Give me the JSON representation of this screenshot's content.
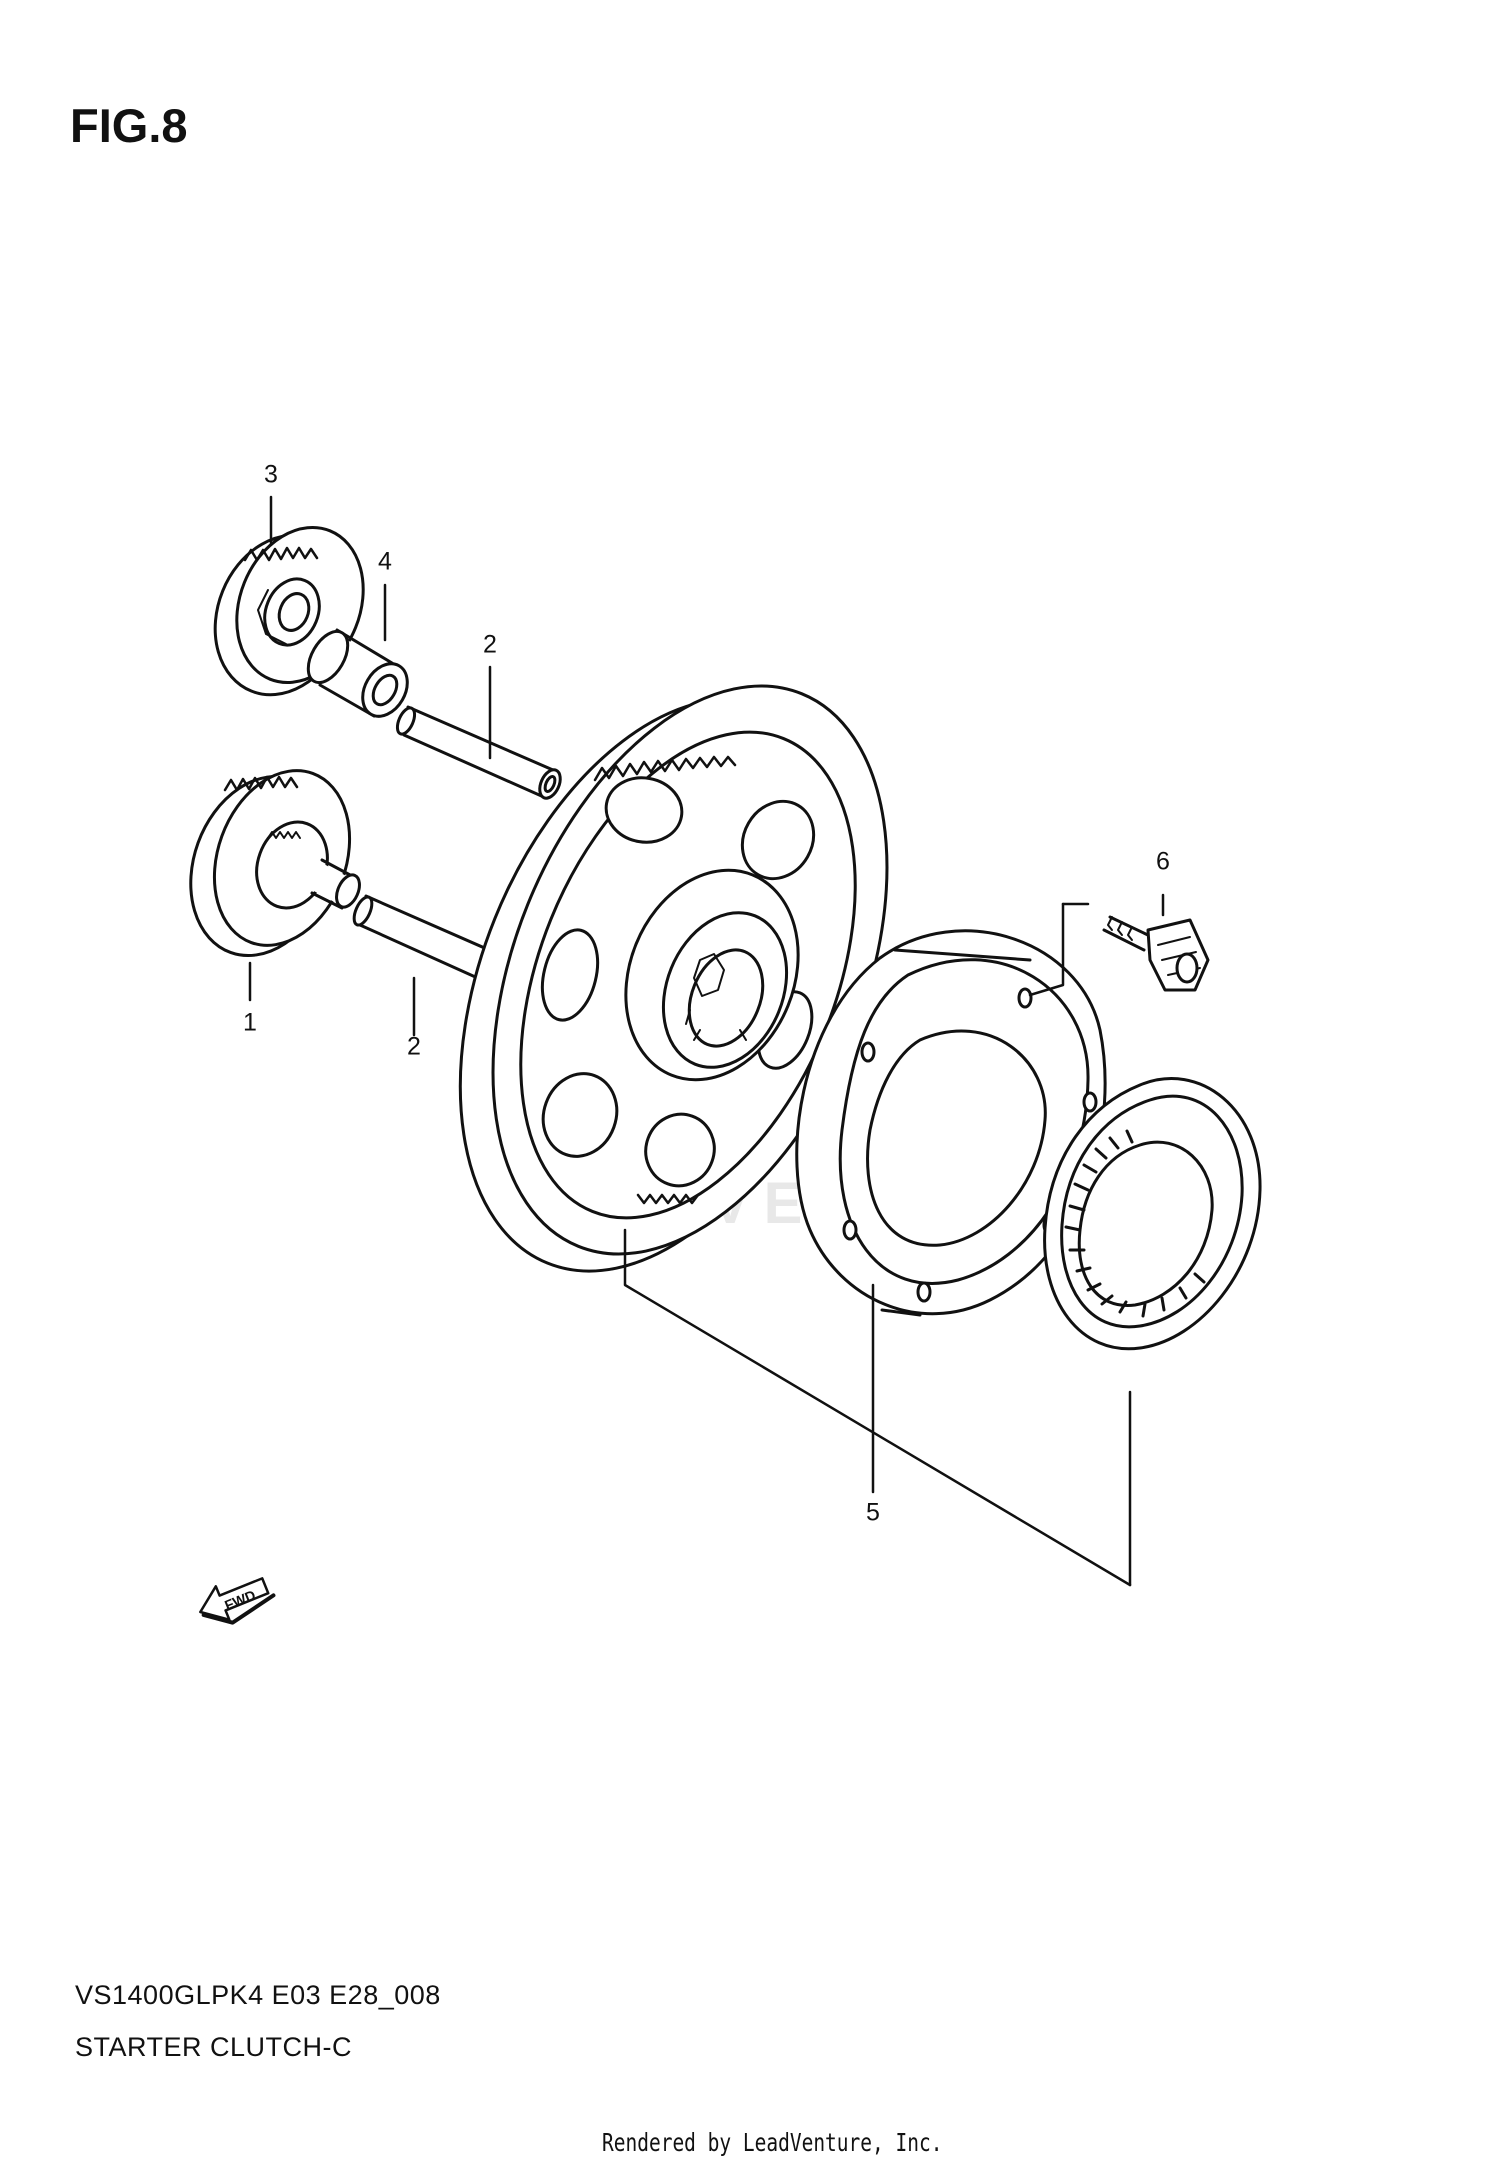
{
  "figure": {
    "title": "FIG.8"
  },
  "watermark": "LEADVENTURE",
  "callouts": [
    {
      "id": "callout-1",
      "label": "1"
    },
    {
      "id": "callout-2a",
      "label": "2"
    },
    {
      "id": "callout-2b",
      "label": "2"
    },
    {
      "id": "callout-3",
      "label": "3"
    },
    {
      "id": "callout-4",
      "label": "4"
    },
    {
      "id": "callout-5",
      "label": "5"
    },
    {
      "id": "callout-6",
      "label": "6"
    }
  ],
  "fwd_arrow": {
    "label": "FWD",
    "icon": "forward-arrow-icon"
  },
  "footer": {
    "code": "VS1400GLPK4 E03 E28_008",
    "name": "STARTER CLUTCH-C",
    "rendered_by": "Rendered by LeadVenture, Inc."
  }
}
